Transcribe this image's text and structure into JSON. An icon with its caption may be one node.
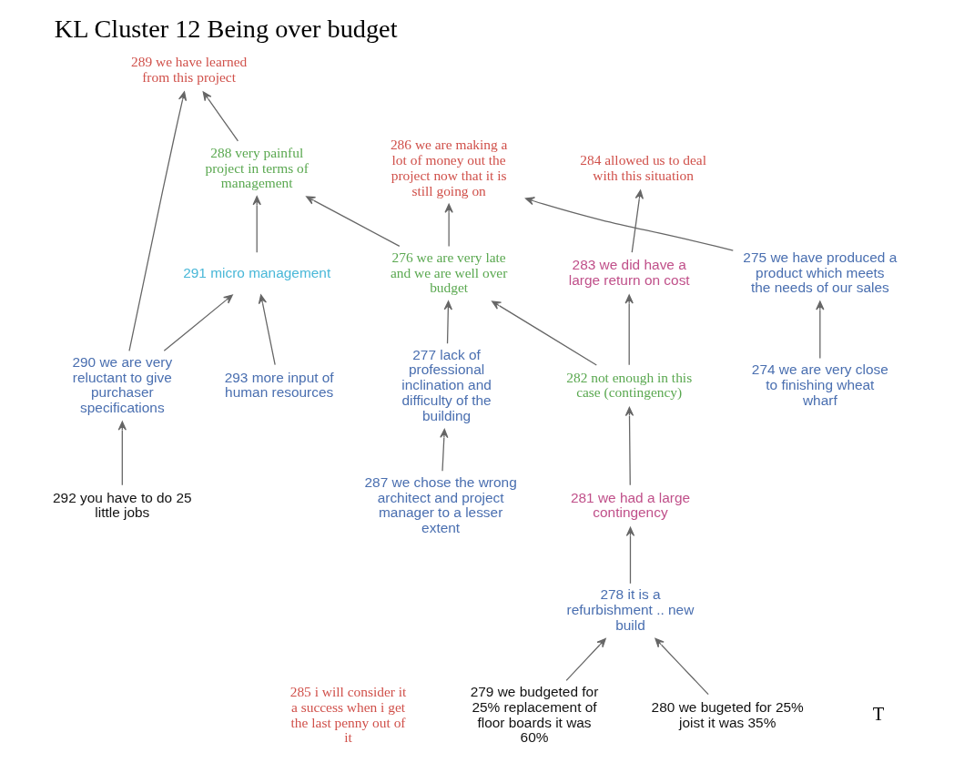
{
  "diagram": {
    "title": "KL Cluster 12 Being over budget",
    "nodes": [
      {
        "text": [
          "285 i will consider it a success when i get the last penny out of it"
        ]
      },
      {
        "text": [
          "289 we have learned from this project"
        ]
      },
      {
        "text": [
          "286 we are making a lot of money out the project now that it is still going on"
        ]
      },
      {
        "text": [
          "290 we are very reluctant to give purchaser specifications"
        ]
      },
      {
        "text": [
          "288 very painful project in terms of management"
        ]
      },
      {
        "text": [
          "284 allowed us to deal with this situation"
        ]
      },
      {
        "text": [
          "275 we have produced a product which meets the needs of our sales"
        ]
      },
      {
        "text": [
          "292 you have to do 25 little jobs"
        ]
      },
      {
        "text": [
          "276 we are very late and we are well over budget"
        ]
      },
      {
        "text": [
          "291 micro management"
        ]
      },
      {
        "text": [
          "283 we did have a large return on cost"
        ]
      },
      {
        "text": [
          "274 we are very close to finishing wheat wharf"
        ]
      },
      {
        "text": [
          "277 lack of professional inclination and difficulty of the building"
        ]
      },
      {
        "text": [
          "293 more input of human resources"
        ]
      },
      {
        "text": [
          "282 not enough in this case (contingency)"
        ]
      },
      {
        "text": [
          "287 we chose the wrong architect and project manager to a lesser extent"
        ]
      },
      {
        "text": [
          "281 we had a large contingency"
        ]
      },
      {
        "text": [
          "278 it is a refurbishment .. new build"
        ]
      },
      {
        "text": [
          "279 we budgeted for 25% replacement of floor boards it was 60%"
        ]
      },
      {
        "text": [
          "280 we bugeted for 25% joist it was 35%"
        ]
      }
    ],
    "edges": [
      {
        "from": 11,
        "to": 6,
        "arrow": "to"
      },
      {
        "from": 6,
        "to": 2,
        "arrow": "to"
      },
      {
        "from": 7,
        "to": 3,
        "arrow": "to"
      },
      {
        "from": 8,
        "to": 2,
        "arrow": "to"
      },
      {
        "from": 8,
        "to": 4,
        "arrow": "to"
      },
      {
        "from": 3,
        "to": 1,
        "arrow": "to"
      },
      {
        "from": 4,
        "to": 1,
        "arrow": "to"
      },
      {
        "from": 3,
        "to": 9,
        "arrow": "to"
      },
      {
        "from": 9,
        "to": 4,
        "arrow": "to"
      },
      {
        "from": 10,
        "to": 5,
        "arrow": "to"
      },
      {
        "from": 12,
        "to": 8,
        "arrow": "to"
      },
      {
        "from": 13,
        "to": 9,
        "arrow": "to"
      },
      {
        "from": 14,
        "to": 8,
        "arrow": "to"
      },
      {
        "from": 14,
        "to": 10,
        "arrow": "to"
      },
      {
        "from": 15,
        "to": 12,
        "arrow": "to"
      },
      {
        "from": 16,
        "to": 14,
        "arrow": "to"
      },
      {
        "from": 17,
        "to": 16,
        "arrow": "to"
      },
      {
        "from": 18,
        "to": 17,
        "arrow": "to"
      },
      {
        "from": 19,
        "to": 17,
        "arrow": "to"
      }
    ],
    "labels": [
      "T"
    ]
  }
}
